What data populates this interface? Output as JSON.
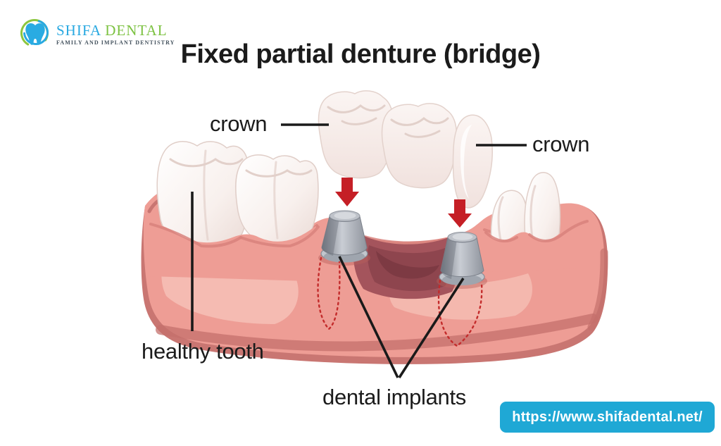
{
  "logo": {
    "brand_word1": "SHIFA",
    "brand_word2": "DENTAL",
    "tagline": "FAMILY AND IMPLANT DENTISTRY"
  },
  "title": "Fixed partial denture (bridge)",
  "diagram_labels": {
    "crown_left": "crown",
    "crown_right": "crown",
    "healthy_tooth": "healthy tooth",
    "dental_implants": "dental implants"
  },
  "footer": {
    "url": "https://www.shifadental.net/"
  },
  "palette": {
    "accent_blue": "#29A9E1",
    "accent_green": "#7DC242",
    "tagline_gray": "#44525E",
    "url_pill_bg": "#1FA8D5",
    "arrow_red": "#C51F26",
    "gum_main": "#EE9D95",
    "gum_dark": "#C97672",
    "gum_light": "#F6C3B9",
    "cavity_dark": "#A4545C",
    "dotted_red": "#C32B2B",
    "line_black": "#1A1A1A",
    "text_dark": "#1B1B1B"
  }
}
